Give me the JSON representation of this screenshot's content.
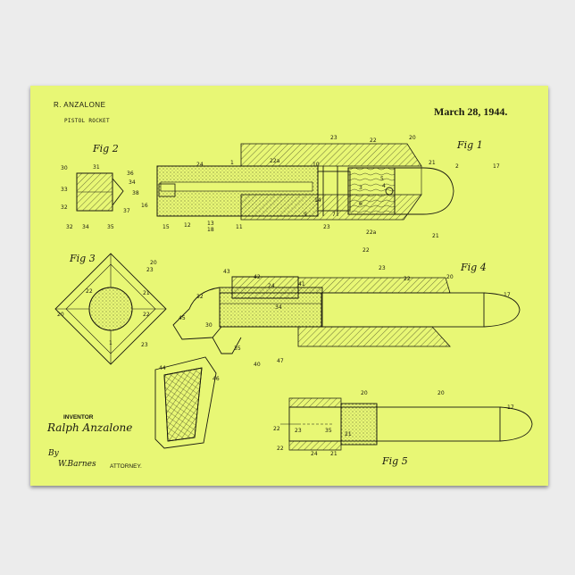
{
  "poster": {
    "inventor_name": "R. ANZALONE",
    "title": "PISTOL ROCKET",
    "date": "March 28, 1944.",
    "inventor_label": "INVENTOR",
    "inventor_signature": "Ralph Anzalone",
    "by_label": "By",
    "attorney_signature": "W.Barnes",
    "attorney_label": "ATTORNEY.",
    "background_color": "#e8f775",
    "ink_color": "#1a1a10"
  },
  "figures": {
    "fig1": "Fig 1",
    "fig2": "Fig 2",
    "fig3": "Fig 3",
    "fig4": "Fig 4",
    "fig5": "Fig 5"
  },
  "reference_numbers": {
    "fig1": [
      "23",
      "22",
      "20",
      "17",
      "24",
      "1",
      "22a",
      "10",
      "2",
      "21",
      "5",
      "4",
      "3",
      "6",
      "16",
      "15",
      "12",
      "13",
      "18",
      "11",
      "14",
      "7",
      "9",
      "22a",
      "23",
      "22",
      "21"
    ],
    "fig2": [
      "30",
      "31",
      "33",
      "34",
      "36",
      "38",
      "32",
      "37",
      "32",
      "34",
      "35"
    ],
    "fig3": [
      "23",
      "22",
      "20",
      "21",
      "22",
      "1",
      "20",
      "23"
    ],
    "fig4": [
      "43",
      "42",
      "23",
      "22",
      "20",
      "17",
      "32",
      "41",
      "24",
      "34",
      "30",
      "45",
      "35",
      "40",
      "47",
      "44",
      "46"
    ],
    "fig5": [
      "20",
      "20",
      "17",
      "22",
      "23",
      "35",
      "21",
      "22",
      "24",
      "21"
    ]
  }
}
